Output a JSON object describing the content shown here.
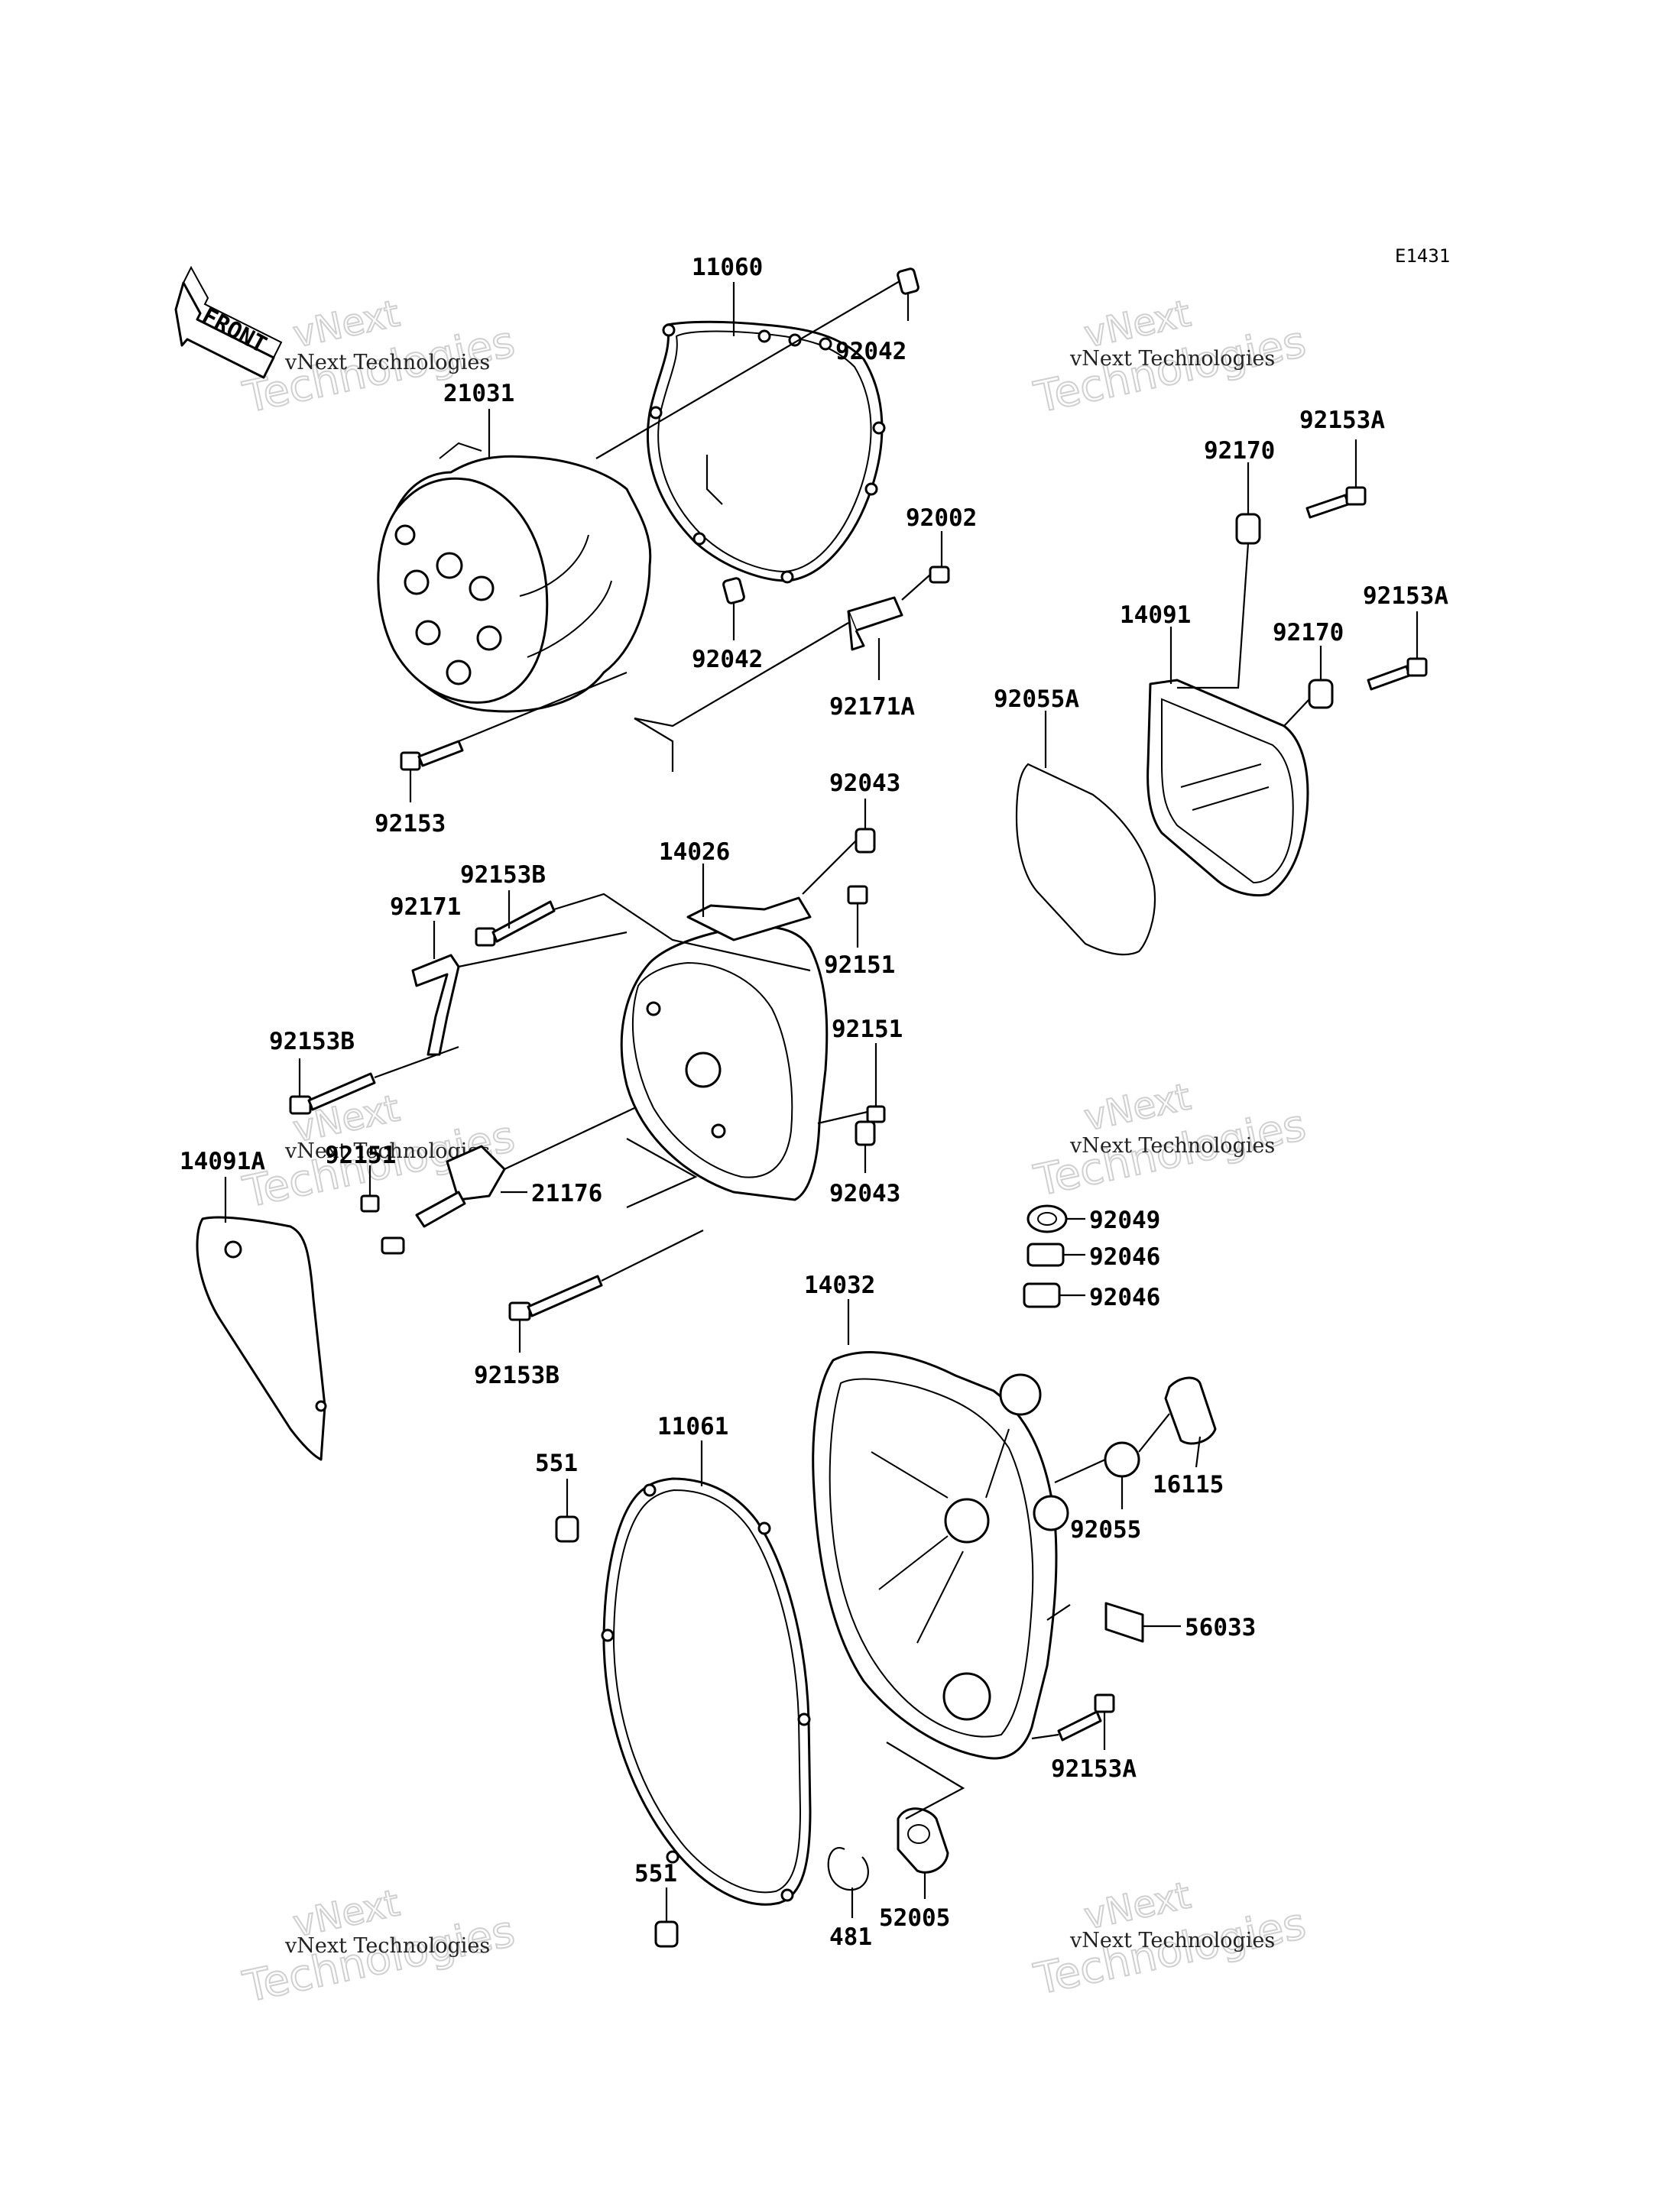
{
  "diagram_code": "E1431",
  "front_label": "FRONT",
  "watermark": {
    "line1": "vNext Technologies",
    "line2": "Technologies",
    "line3": "vNext"
  },
  "labels": [
    {
      "id": "11060",
      "text": "11060"
    },
    {
      "id": "92042a",
      "text": "92042"
    },
    {
      "id": "21031",
      "text": "21031"
    },
    {
      "id": "92002",
      "text": "92002"
    },
    {
      "id": "92042b",
      "text": "92042"
    },
    {
      "id": "92171A",
      "text": "92171A"
    },
    {
      "id": "92153",
      "text": "92153"
    },
    {
      "id": "92153A_a",
      "text": "92153A"
    },
    {
      "id": "92170a",
      "text": "92170"
    },
    {
      "id": "14091",
      "text": "14091"
    },
    {
      "id": "92153A_b",
      "text": "92153A"
    },
    {
      "id": "92170b",
      "text": "92170"
    },
    {
      "id": "92055A",
      "text": "92055A"
    },
    {
      "id": "92043a",
      "text": "92043"
    },
    {
      "id": "14026",
      "text": "14026"
    },
    {
      "id": "92153B_a",
      "text": "92153B"
    },
    {
      "id": "92171",
      "text": "92171"
    },
    {
      "id": "92151a",
      "text": "92151"
    },
    {
      "id": "92151b",
      "text": "92151"
    },
    {
      "id": "92153B_b",
      "text": "92153B"
    },
    {
      "id": "92151c",
      "text": "92151"
    },
    {
      "id": "14091A",
      "text": "14091A"
    },
    {
      "id": "21176",
      "text": "21176"
    },
    {
      "id": "92043b",
      "text": "92043"
    },
    {
      "id": "92049",
      "text": "92049"
    },
    {
      "id": "92046a",
      "text": "92046"
    },
    {
      "id": "92046b",
      "text": "92046"
    },
    {
      "id": "14032",
      "text": "14032"
    },
    {
      "id": "92153B_c",
      "text": "92153B"
    },
    {
      "id": "551a",
      "text": "551"
    },
    {
      "id": "11061",
      "text": "11061"
    },
    {
      "id": "16115",
      "text": "16115"
    },
    {
      "id": "92055",
      "text": "92055"
    },
    {
      "id": "56033",
      "text": "56033"
    },
    {
      "id": "92153A_c",
      "text": "92153A"
    },
    {
      "id": "551b",
      "text": "551"
    },
    {
      "id": "52005",
      "text": "52005"
    },
    {
      "id": "481",
      "text": "481"
    }
  ]
}
